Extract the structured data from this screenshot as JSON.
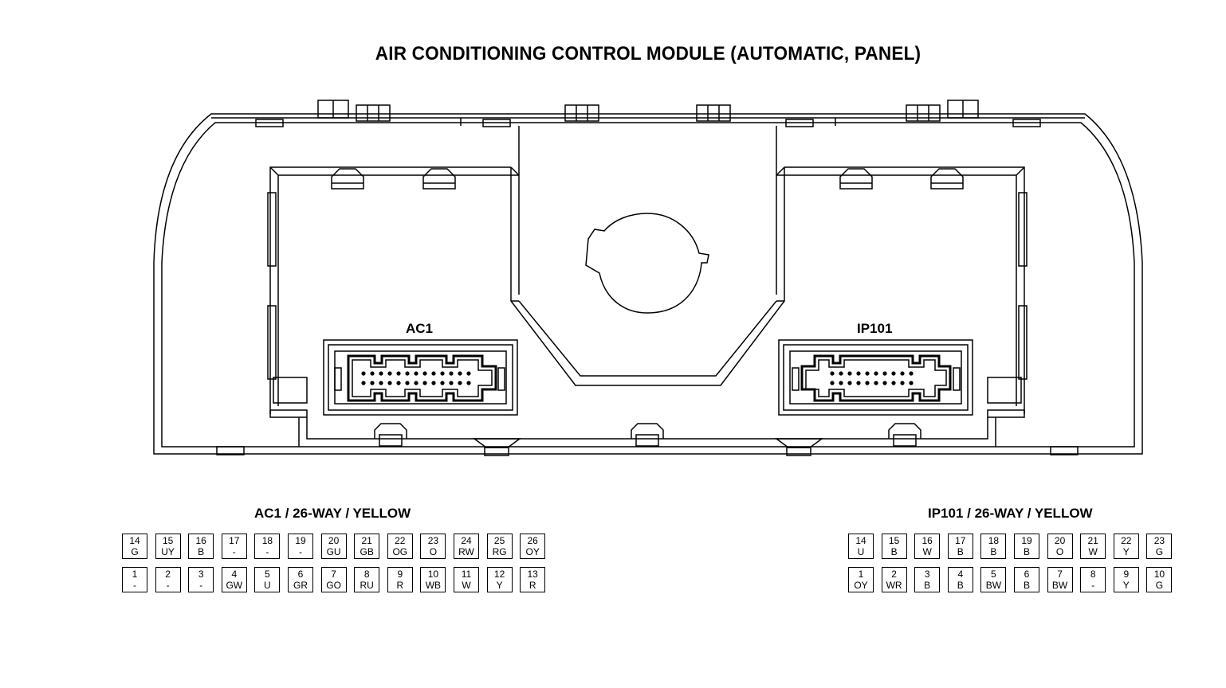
{
  "title": "AIR CONDITIONING CONTROL MODULE (AUTOMATIC, PANEL)",
  "connectors": [
    {
      "id": "AC1",
      "label": "AC1",
      "table_title": "AC1 / 26-WAY / YELLOW",
      "rows": [
        [
          {
            "pin": "14",
            "color": "G"
          },
          {
            "pin": "15",
            "color": "UY"
          },
          {
            "pin": "16",
            "color": "B"
          },
          {
            "pin": "17",
            "color": "-"
          },
          {
            "pin": "18",
            "color": "-"
          },
          {
            "pin": "19",
            "color": "-"
          },
          {
            "pin": "20",
            "color": "GU"
          },
          {
            "pin": "21",
            "color": "GB"
          },
          {
            "pin": "22",
            "color": "OG"
          },
          {
            "pin": "23",
            "color": "O"
          },
          {
            "pin": "24",
            "color": "RW"
          },
          {
            "pin": "25",
            "color": "RG"
          },
          {
            "pin": "26",
            "color": "OY"
          }
        ],
        [
          {
            "pin": "1",
            "color": "-"
          },
          {
            "pin": "2",
            "color": "-"
          },
          {
            "pin": "3",
            "color": "-"
          },
          {
            "pin": "4",
            "color": "GW"
          },
          {
            "pin": "5",
            "color": "U"
          },
          {
            "pin": "6",
            "color": "GR"
          },
          {
            "pin": "7",
            "color": "GO"
          },
          {
            "pin": "8",
            "color": "RU"
          },
          {
            "pin": "9",
            "color": "R"
          },
          {
            "pin": "10",
            "color": "WB"
          },
          {
            "pin": "11",
            "color": "W"
          },
          {
            "pin": "12",
            "color": "Y"
          },
          {
            "pin": "13",
            "color": "R"
          }
        ]
      ]
    },
    {
      "id": "IP101",
      "label": "IP101",
      "table_title": "IP101 / 26-WAY / YELLOW",
      "rows": [
        [
          {
            "pin": "14",
            "color": "U"
          },
          {
            "pin": "15",
            "color": "B"
          },
          {
            "pin": "16",
            "color": "W"
          },
          {
            "pin": "17",
            "color": "B"
          },
          {
            "pin": "18",
            "color": "B"
          },
          {
            "pin": "19",
            "color": "B"
          },
          {
            "pin": "20",
            "color": "O"
          },
          {
            "pin": "21",
            "color": "W"
          },
          {
            "pin": "22",
            "color": "Y"
          },
          {
            "pin": "23",
            "color": "G"
          }
        ],
        [
          {
            "pin": "1",
            "color": "OY"
          },
          {
            "pin": "2",
            "color": "WR"
          },
          {
            "pin": "3",
            "color": "B"
          },
          {
            "pin": "4",
            "color": "B"
          },
          {
            "pin": "5",
            "color": "BW"
          },
          {
            "pin": "6",
            "color": "B"
          },
          {
            "pin": "7",
            "color": "BW"
          },
          {
            "pin": "8",
            "color": "-"
          },
          {
            "pin": "9",
            "color": "Y"
          },
          {
            "pin": "10",
            "color": "G"
          }
        ]
      ]
    }
  ]
}
